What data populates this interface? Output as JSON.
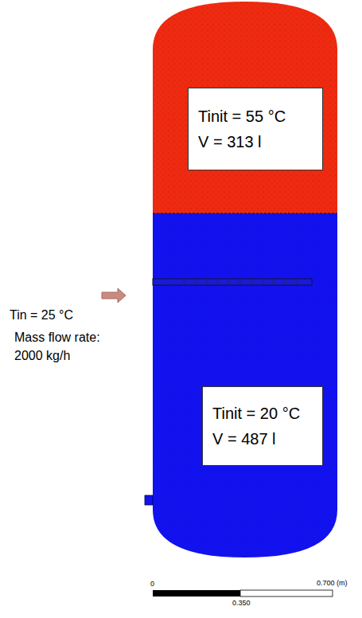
{
  "diagram": {
    "nodes": [
      {
        "text": [
          "Tinit = 55 °C",
          "V = 313 l"
        ]
      },
      {
        "text": [
          "Tinit = 20 °C",
          "V = 487 l"
        ]
      }
    ],
    "labels": [
      "Tin = 25 °C",
      "Mass flow rate: 2000 kg/h",
      "0",
      "0.700 (m)",
      "0.350"
    ]
  }
}
